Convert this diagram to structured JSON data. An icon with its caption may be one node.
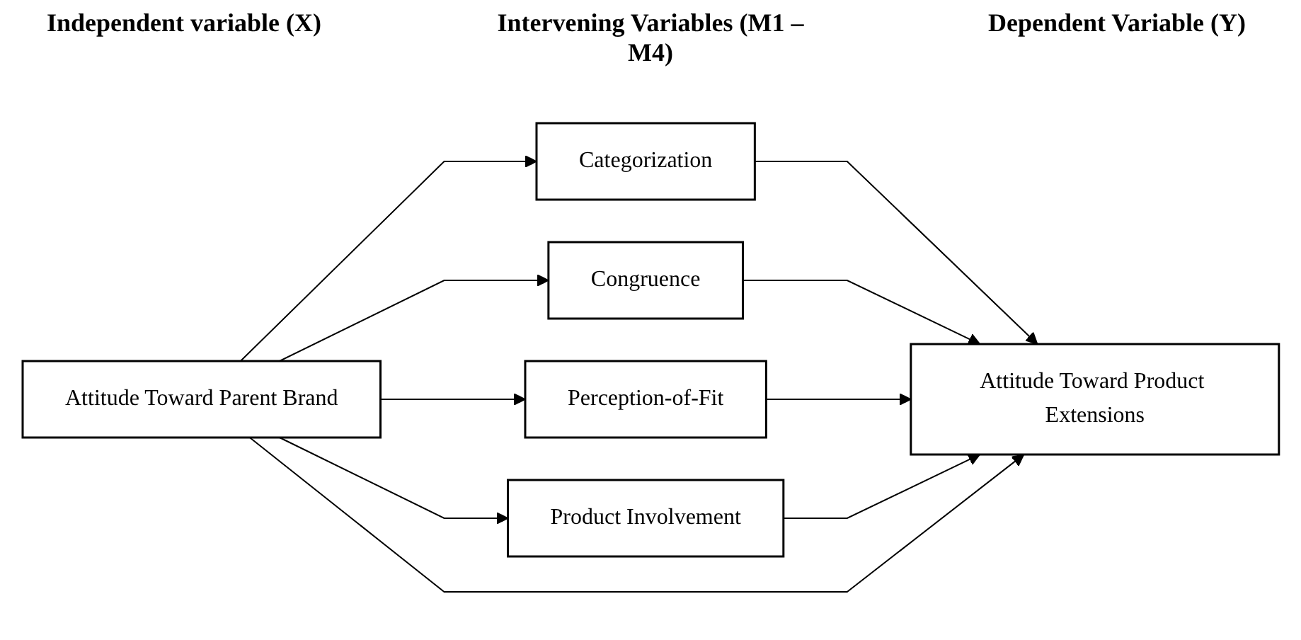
{
  "diagram": {
    "nodes": [
      {
        "text": [
          "Attitude Toward Parent Brand"
        ]
      },
      {
        "text": [
          "Categorization"
        ]
      },
      {
        "text": [
          "Congruence"
        ]
      },
      {
        "text": [
          "Perception-of-Fit"
        ]
      },
      {
        "text": [
          "Product Involvement"
        ]
      },
      {
        "text": [
          "Attitude Toward Product Extensions"
        ]
      }
    ],
    "edges": [
      {
        "from": 0,
        "to": 1,
        "arrow": "to"
      },
      {
        "from": 0,
        "to": 2,
        "arrow": "to"
      },
      {
        "from": 0,
        "to": 3,
        "arrow": "to"
      },
      {
        "from": 0,
        "to": 4,
        "arrow": "to"
      },
      {
        "from": 1,
        "to": 5,
        "arrow": "to"
      },
      {
        "from": 2,
        "to": 5,
        "arrow": "to"
      },
      {
        "from": 3,
        "to": 5,
        "arrow": "to"
      },
      {
        "from": 4,
        "to": 5,
        "arrow": "to"
      },
      {
        "from": 0,
        "to": 5,
        "arrow": "to"
      }
    ],
    "labels": [
      "Independent variable (X)",
      "Intervening Variables (M1 –M4)",
      "Dependent Variable (Y)"
    ]
  }
}
